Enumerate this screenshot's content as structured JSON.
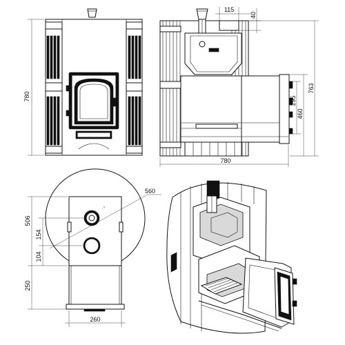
{
  "dimensions": {
    "front_height": "780",
    "side_width": "780",
    "side_total_height": "763",
    "side_firebox_height": "460",
    "side_door_height": "295",
    "top_offset_x": "115",
    "top_offset_y": "40",
    "plan_diameter": "560",
    "plan_depth": "506",
    "plan_pipe_y": "154",
    "plan_hole_y": "104",
    "plan_tunnel_length": "250",
    "plan_tunnel_width": "260"
  }
}
